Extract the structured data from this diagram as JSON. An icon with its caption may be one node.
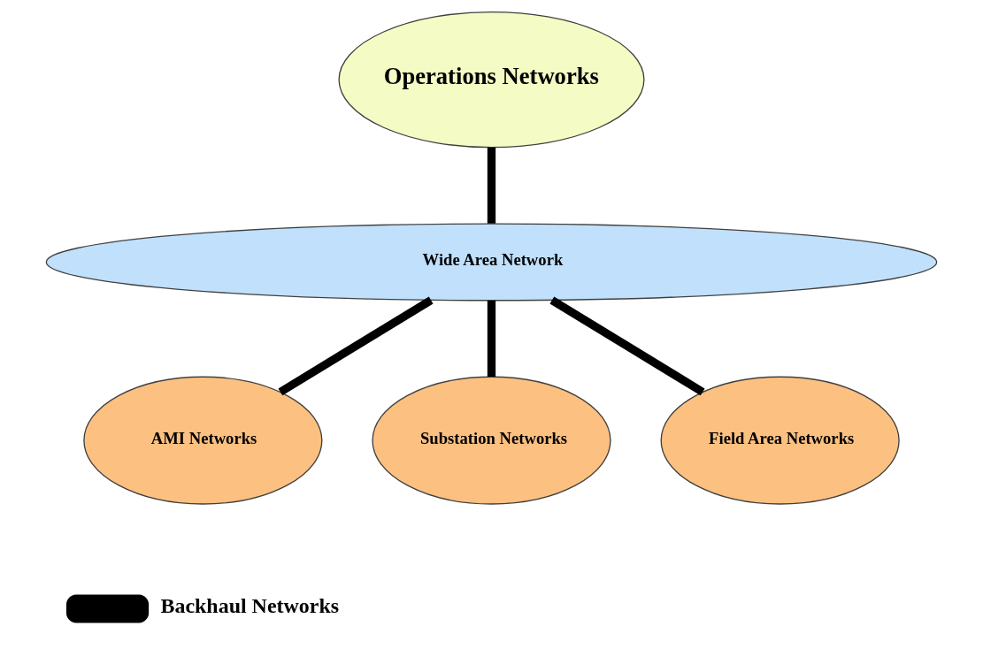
{
  "diagram": {
    "nodes": [
      {
        "text": [
          "Operations Networks"
        ]
      },
      {
        "text": [
          "Wide Area Network"
        ]
      },
      {
        "text": [
          "AMI Networks"
        ]
      },
      {
        "text": [
          "Substation Networks"
        ]
      },
      {
        "text": [
          "Field Area Networks"
        ]
      }
    ],
    "edges": [
      {
        "from": 0,
        "to": 1,
        "arrow": "none"
      },
      {
        "from": 1,
        "to": 2,
        "arrow": "none"
      },
      {
        "from": 1,
        "to": 3,
        "arrow": "none"
      },
      {
        "from": 1,
        "to": 4,
        "arrow": "none"
      }
    ],
    "legend": [
      {
        "text": "Backhaul Networks"
      }
    ]
  }
}
